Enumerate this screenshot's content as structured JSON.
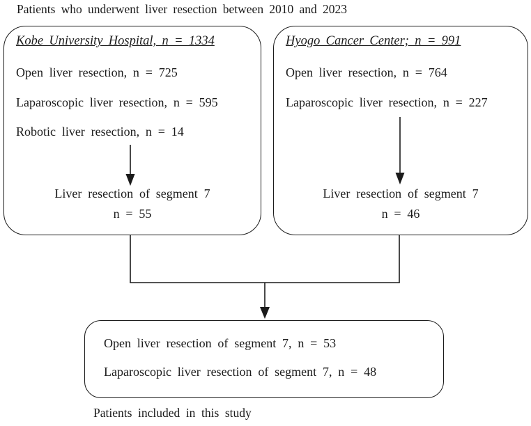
{
  "title": "Patients who underwent liver resection between 2010 and 2023",
  "kobe_box": {
    "header": "Kobe University Hospital, n = 1334",
    "lines": [
      "Open liver resection, n = 725",
      "Laparoscopic liver resection, n = 595",
      "Robotic liver resection, n = 14"
    ],
    "result": {
      "line1": "Liver resection of segment 7",
      "line2": "n = 55"
    }
  },
  "hyogo_box": {
    "header": "Hyogo Cancer Center; n = 991",
    "lines": [
      "Open liver resection, n = 764",
      "Laparoscopic liver resection, n = 227"
    ],
    "result": {
      "line1": "Liver resection of segment 7",
      "line2": "n = 46"
    }
  },
  "included_box": {
    "lines": [
      "Open liver resection of segment 7, n = 53",
      "Laparoscopic liver resection of segment 7, n = 48"
    ]
  },
  "caption": "Patients included in this study",
  "colors": {
    "ink": "#1b1b1b",
    "background": "#ffffff"
  }
}
